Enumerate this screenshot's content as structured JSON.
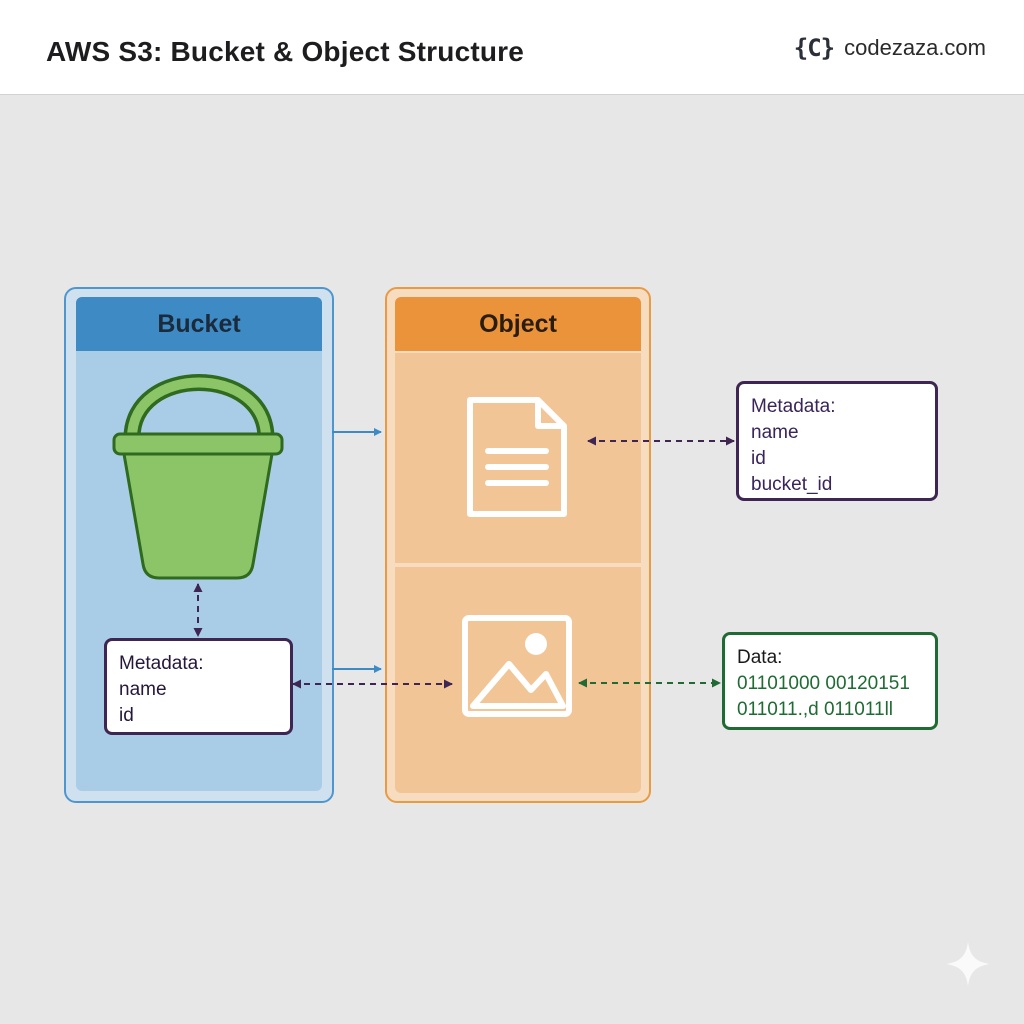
{
  "header": {
    "title": "AWS S3: Bucket & Object Structure",
    "brand_logo": "{C}",
    "brand_name": "codezaza.com"
  },
  "bucket_panel": {
    "heading": "Bucket",
    "icon": "bucket-icon",
    "metadata": {
      "title": "Metadata:",
      "fields": [
        "name",
        "id"
      ]
    }
  },
  "object_panel": {
    "heading": "Object",
    "icons": [
      "document-icon",
      "image-icon"
    ],
    "metadata": {
      "title": "Metadata:",
      "fields": [
        "name",
        "id",
        "bucket_id"
      ]
    },
    "data": {
      "title": "Data:",
      "lines": [
        "01101000 00120151",
        "011011.,d 011011ll"
      ]
    }
  },
  "colors": {
    "bucket_accent": "#3e8ac5",
    "object_accent": "#ea933a",
    "metadata_border": "#3e2552",
    "data_border": "#1f6b33",
    "bucket_fill": "#8cc468"
  }
}
